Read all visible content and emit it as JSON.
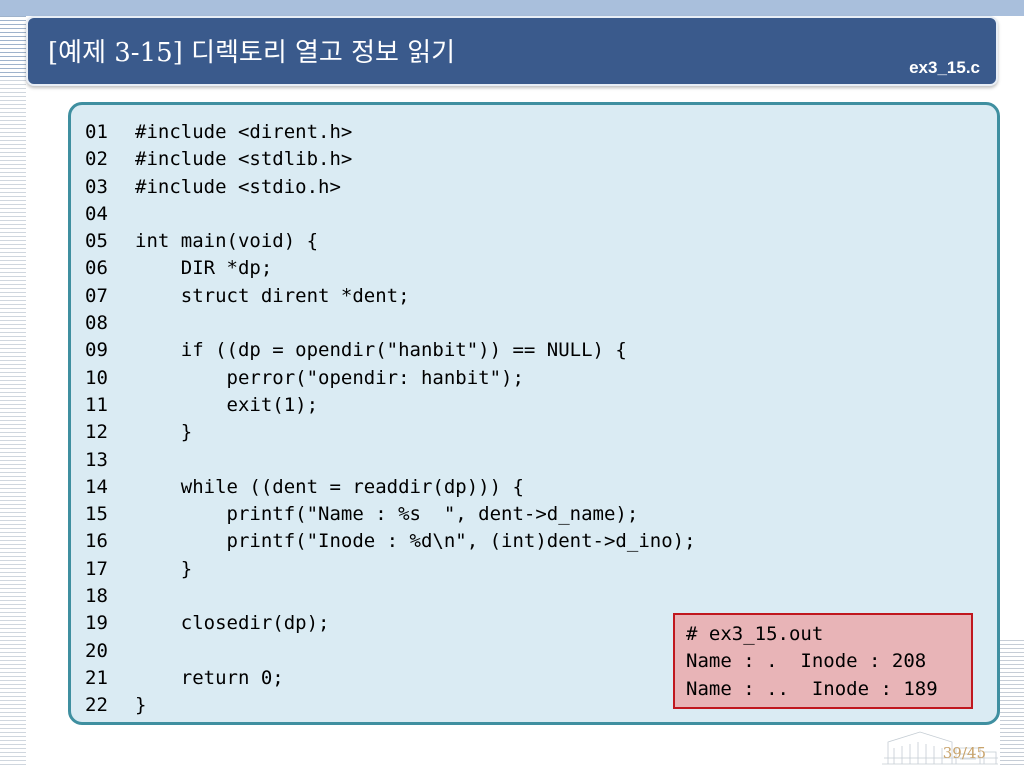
{
  "slide": {
    "title": "[예제 3-15] 디렉토리 열고 정보 읽기",
    "filename": "ex3_15.c",
    "page_number": "39/45"
  },
  "code": [
    {
      "num": "01",
      "text": "#include <dirent.h>"
    },
    {
      "num": "02",
      "text": "#include <stdlib.h>"
    },
    {
      "num": "03",
      "text": "#include <stdio.h>"
    },
    {
      "num": "04",
      "text": ""
    },
    {
      "num": "05",
      "text": "int main(void) {"
    },
    {
      "num": "06",
      "text": "    DIR *dp;"
    },
    {
      "num": "07",
      "text": "    struct dirent *dent;"
    },
    {
      "num": "08",
      "text": ""
    },
    {
      "num": "09",
      "text": "    if ((dp = opendir(\"hanbit\")) == NULL) {"
    },
    {
      "num": "10",
      "text": "        perror(\"opendir: hanbit\");"
    },
    {
      "num": "11",
      "text": "        exit(1);"
    },
    {
      "num": "12",
      "text": "    }"
    },
    {
      "num": "13",
      "text": ""
    },
    {
      "num": "14",
      "text": "    while ((dent = readdir(dp))) {"
    },
    {
      "num": "15",
      "text": "        printf(\"Name : %s  \", dent->d_name);"
    },
    {
      "num": "16",
      "text": "        printf(\"Inode : %d\\n\", (int)dent->d_ino);"
    },
    {
      "num": "17",
      "text": "    }"
    },
    {
      "num": "18",
      "text": ""
    },
    {
      "num": "19",
      "text": "    closedir(dp);"
    },
    {
      "num": "20",
      "text": ""
    },
    {
      "num": "21",
      "text": "    return 0;"
    },
    {
      "num": "22",
      "text": "}"
    }
  ],
  "output": [
    "# ex3_15.out",
    "Name : .  Inode : 208",
    "Name : ..  Inode : 189"
  ],
  "colors": {
    "title_bar": "#3a5a8c",
    "code_box_bg": "#daebf3",
    "code_box_border": "#3f8fa0",
    "output_bg": "#e8b4b7",
    "output_border": "#c0171e",
    "page_number": "#c9a36a"
  }
}
